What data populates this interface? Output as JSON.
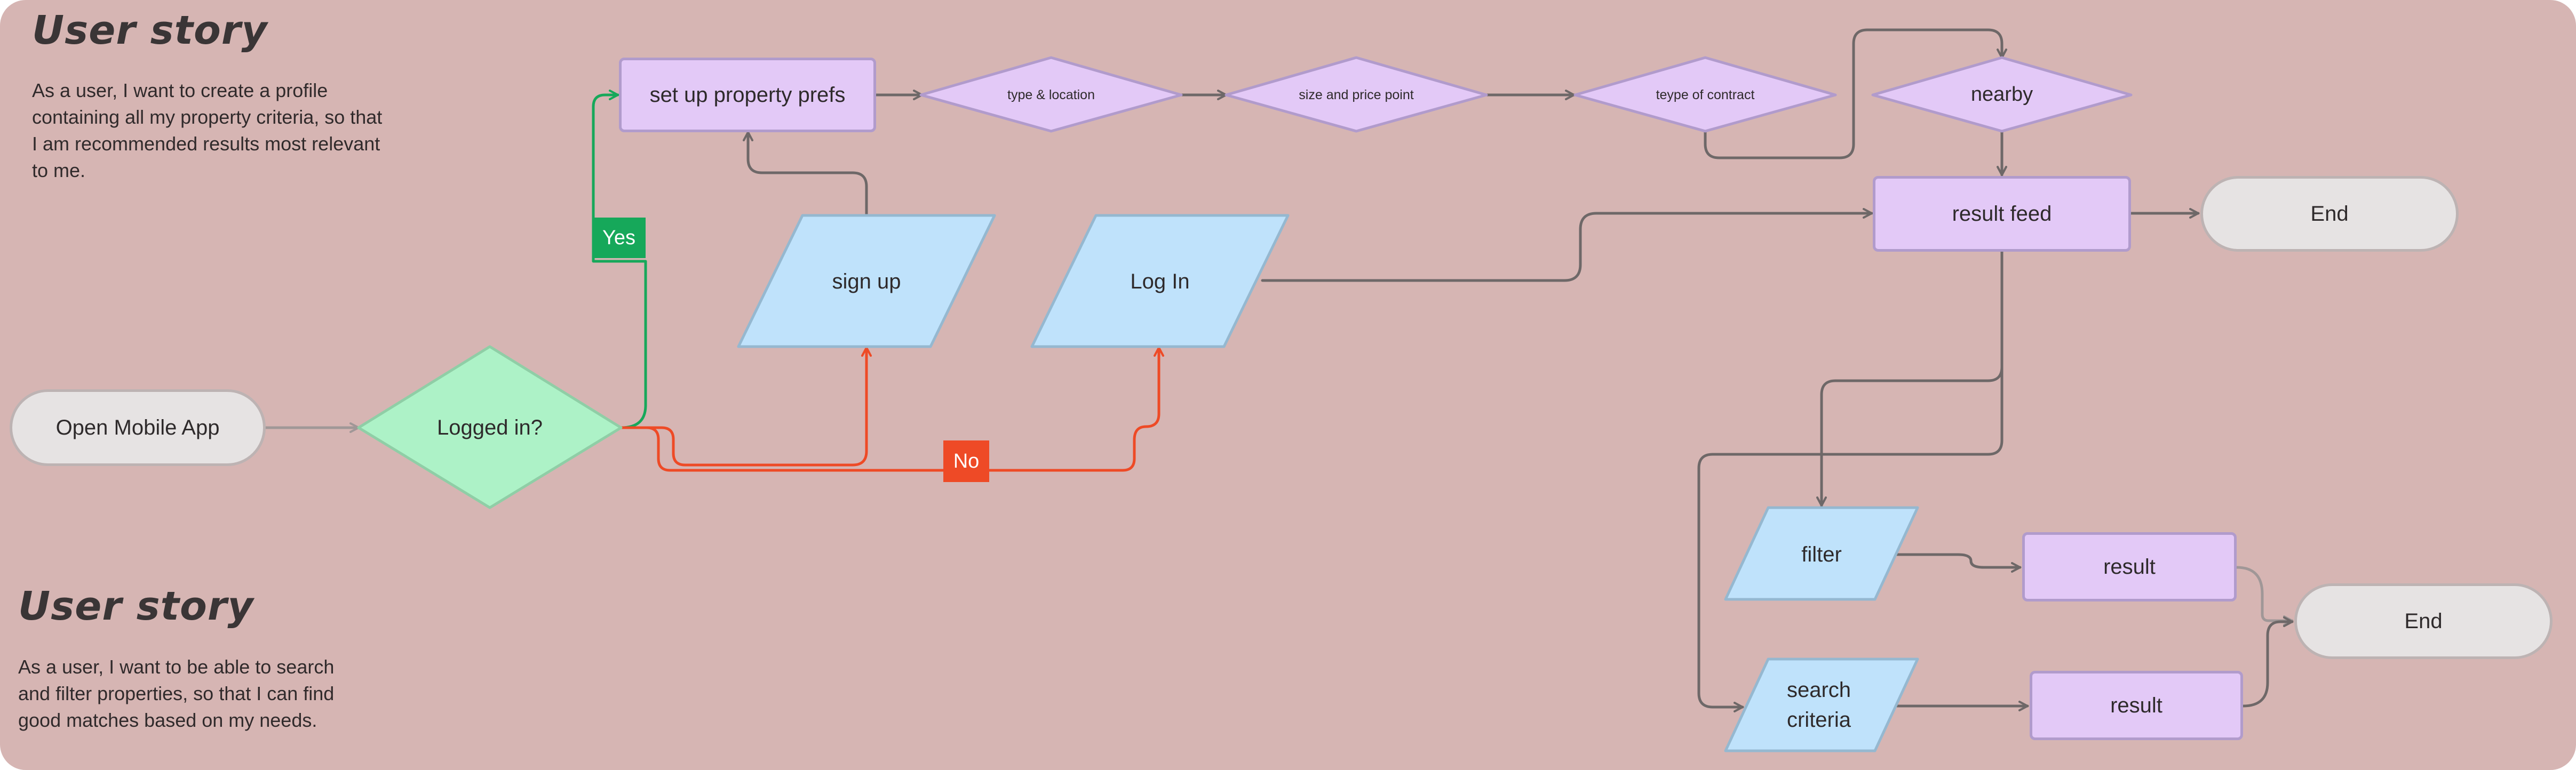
{
  "stories": [
    {
      "title": "User story",
      "text": "As a user, I want to create a profile containing all my property criteria, so that I am recommended results most relevant to me."
    },
    {
      "title": "User story",
      "text": "As a user, I want to be able to search and filter properties, so that I can find good matches based on my needs."
    }
  ],
  "nodes": {
    "open_app": "Open Mobile App",
    "logged_in": "Logged in?",
    "setup_prefs": "set up property prefs",
    "type_location": "type & location",
    "size_price": "size and price point",
    "contract_type": "teype of contract",
    "nearby": "nearby",
    "sign_up": "sign up",
    "log_in": "Log In",
    "result_feed": "result feed",
    "end_top": "End",
    "filter": "filter",
    "search_criteria": "search criteria",
    "result_filter": "result",
    "result_search": "result",
    "end_bottom": "End"
  },
  "branch_labels": {
    "yes": "Yes",
    "no": "No"
  },
  "colors": {
    "background": "#d6b5b3",
    "decision_green": "#adf2c7",
    "process_purple": "#e3c9f7",
    "input_blue": "#bfe2fb",
    "terminal_grey": "#e6e3e3",
    "yes_green": "#16a85a",
    "no_red": "#ee4a26",
    "connector_grey": "#6e6868"
  }
}
